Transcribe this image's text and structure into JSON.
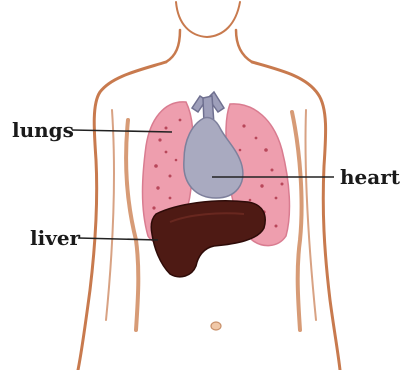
{
  "labels": {
    "lungs": "lungs",
    "heart": "heart",
    "liver": "liver"
  },
  "colors": {
    "body_outline": "#c87a4e",
    "lung_fill": "#ee9eae",
    "lung_dots": "#b8475a",
    "heart_fill": "#a9aac0",
    "liver_fill": "#4e1a14",
    "leader_line": "#222222"
  }
}
